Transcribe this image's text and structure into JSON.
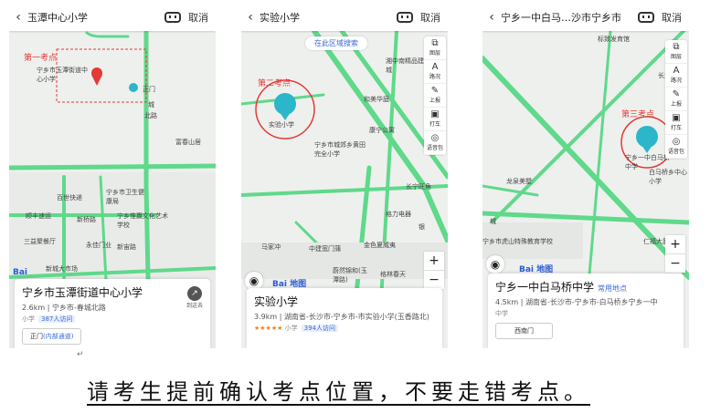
{
  "panels": [
    {
      "query": "玉潭中心小学",
      "cancel": "取消",
      "exam_label": "第一考点",
      "pin_label": "宁乡市玉潭街道中心小学",
      "map_labels": [
        "正门",
        "富春山居",
        "百世快递",
        "宁乡市卫生健康局",
        "顺丰速运",
        "新桥路",
        "宁乡惟赢文化艺术学校",
        "永佳门业",
        "新宙路",
        "三益聚餐厅",
        "新城大市场",
        "城",
        "北路"
      ],
      "card": {
        "title": "宁乡市玉潭街道中心小学",
        "distance": "2.6km",
        "address": "宁乡市-春城北路",
        "type": "小学",
        "badge": "387人访问",
        "button": "正门",
        "button_sub": "(内部通道)",
        "route": "到这去"
      }
    },
    {
      "query": "实验小学",
      "cancel": "取消",
      "exam_label": "第二考点",
      "pin_label": "实验小学",
      "search_area": "在此区域搜索",
      "map_labels": [
        "湘中南精品建材城",
        "和美华庭",
        "康宁公寓",
        "宁乡市城郊乡黄田完全小学",
        "长宁旺角",
        "格力电器",
        "马家冲",
        "中建宽门蒲",
        "金色夏威夷",
        "蔚然锦和(玉潭路)",
        "格林春天",
        "银"
      ],
      "tools": [
        "图层",
        "路况",
        "上报",
        "打车",
        "语音包"
      ],
      "card": {
        "title": "实验小学",
        "distance": "3.9km",
        "address": "湖南省-长沙市-宁乡市-市实验小学(玉香路北)",
        "stars": "★★★★★",
        "type": "小学",
        "badge": "394人访问"
      }
    },
    {
      "query": "宁乡一中白马…沙市宁乡市",
      "cancel": "取消",
      "exam_label": "第三考点",
      "pin_label": "宁乡一中白马桥中学",
      "map_labels": [
        "标致发育馆",
        "长沙乐",
        "龙泉美墅",
        "白马桥乡中心小学",
        "宁乡市虎山特殊教育学校",
        "仁福大厦",
        "城"
      ],
      "tools": [
        "图层",
        "路况",
        "上报",
        "打车",
        "语音包"
      ],
      "card": {
        "title": "宁乡一中白马桥中学",
        "common": "常用地点",
        "distance": "4.5km",
        "address": "湖南省-长沙市-宁乡市-白马桥乡宁乡一中",
        "type": "中学",
        "button": "西南门"
      }
    }
  ],
  "brand": "Bai",
  "brand2": "地图",
  "caption": "请考生提前确认考点位置，不要走错考点。",
  "colors": {
    "road": "#5fd98a",
    "road_edge": "#3fb66a",
    "pin": "#2bb6c9",
    "red": "#e53935"
  }
}
